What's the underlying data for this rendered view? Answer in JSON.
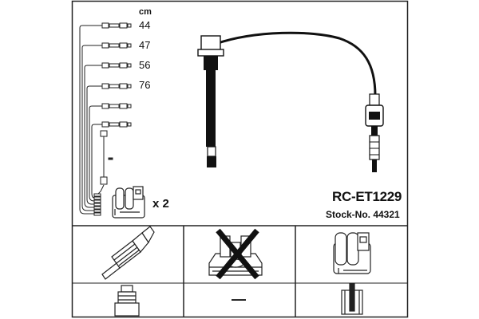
{
  "diagram": {
    "unit": "cm",
    "lengths": [
      "44",
      "47",
      "56",
      "76"
    ],
    "coil_quantity": "x 2",
    "part_number": "RC-ET1229",
    "stock_number": "Stock-No. 44321",
    "cap_component_label": "—"
  },
  "icons": [
    "lead-bundle-icon",
    "ignition-coil-icon",
    "ignition-lead-icon",
    "spark-plug-icon",
    "terminal-connector-icon",
    "distributor-cap-icon",
    "not-included-cross-icon",
    "ignition-coil-large-icon",
    "coil-terminal-icon"
  ],
  "colors": {
    "line": "#222222",
    "background": "#ffffff"
  }
}
